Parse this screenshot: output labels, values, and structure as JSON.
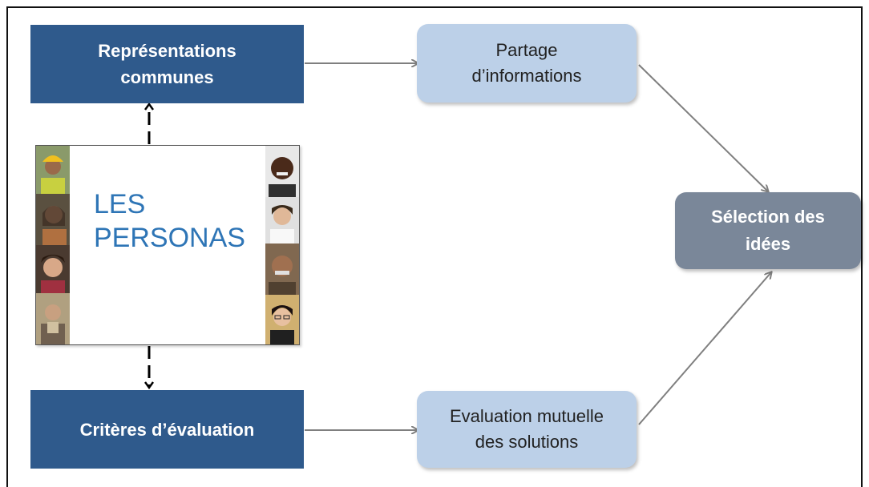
{
  "diagram": {
    "top_left_box": {
      "line1": "Représentations",
      "line2": "communes"
    },
    "bottom_left_box": {
      "label": "Critères d’évaluation"
    },
    "top_middle_box": {
      "line1": "Partage",
      "line2": "d’informations"
    },
    "bottom_middle_box": {
      "line1": "Evaluation mutuelle",
      "line2": "des solutions"
    },
    "right_box": {
      "line1": "Sélection des",
      "line2": "idées"
    },
    "personas": {
      "line1": "LES",
      "line2": "PERSONAS",
      "photos_left": [
        "worker-with-hard-hat-photo",
        "smiling-woman-photo",
        "laughing-woman-photo",
        "man-in-scarf-photo"
      ],
      "photos_right": [
        "smiling-man-photo",
        "businesswoman-photo",
        "older-man-photo",
        "woman-with-glasses-photo"
      ]
    }
  },
  "colors": {
    "dark_box": "#2f5a8c",
    "light_box": "#bcd0e8",
    "grey_box": "#7a8799",
    "personas_text": "#2e75b6",
    "arrow": "#7f7f7f"
  }
}
